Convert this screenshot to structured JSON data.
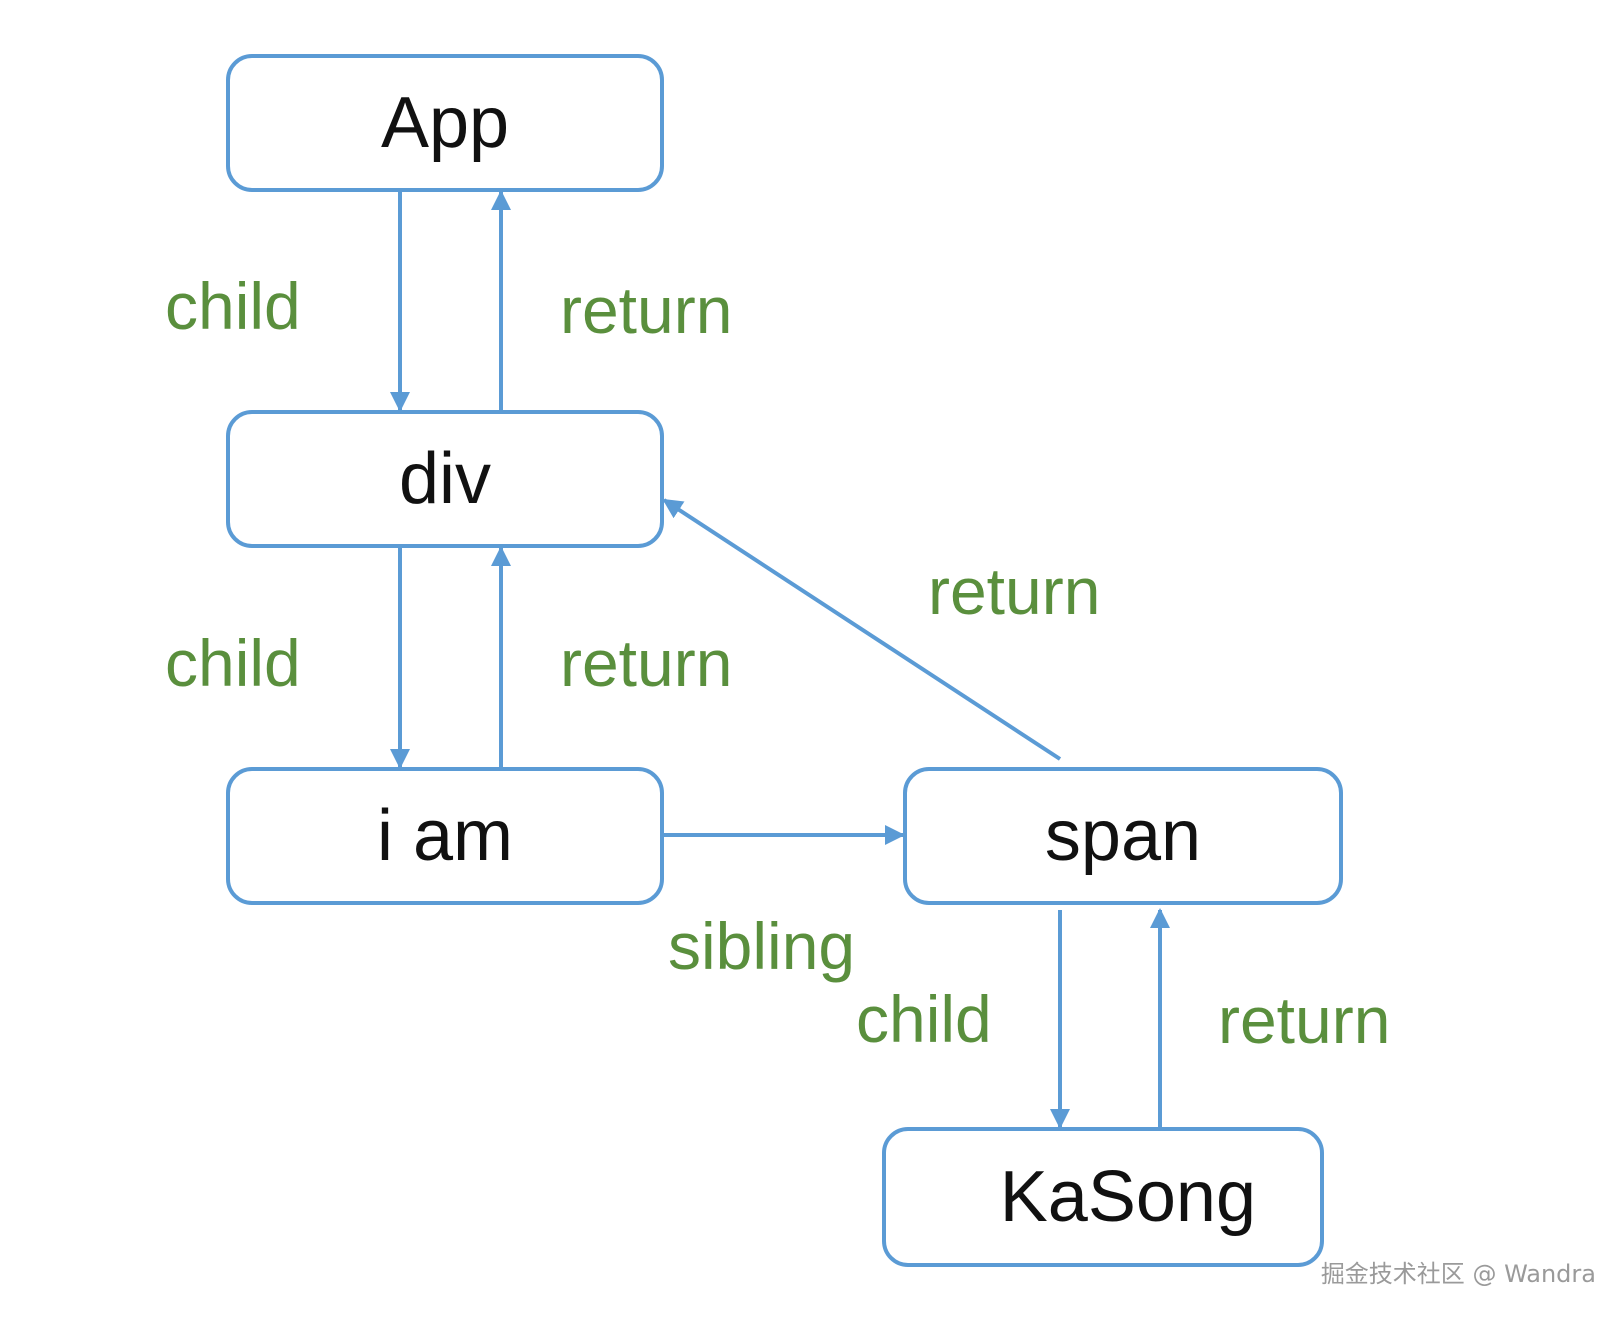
{
  "diagram": {
    "nodes": {
      "app": "App",
      "div": "div",
      "iam": "i am",
      "span": "span",
      "kasong": "KaSong"
    },
    "labels": {
      "app_div_child": "child",
      "div_app_return": "return",
      "div_iam_child": "child",
      "iam_div_return": "return",
      "span_div_return": "return",
      "iam_span_sibling": "sibling",
      "span_kasong_child": "child",
      "kasong_span_return": "return"
    },
    "colors": {
      "node_border": "#5B9BD5",
      "arrow": "#5B9BD5",
      "label": "#5A8F3D",
      "text": "#111111"
    }
  },
  "watermark": "掘金技术社区 @ Wandra"
}
